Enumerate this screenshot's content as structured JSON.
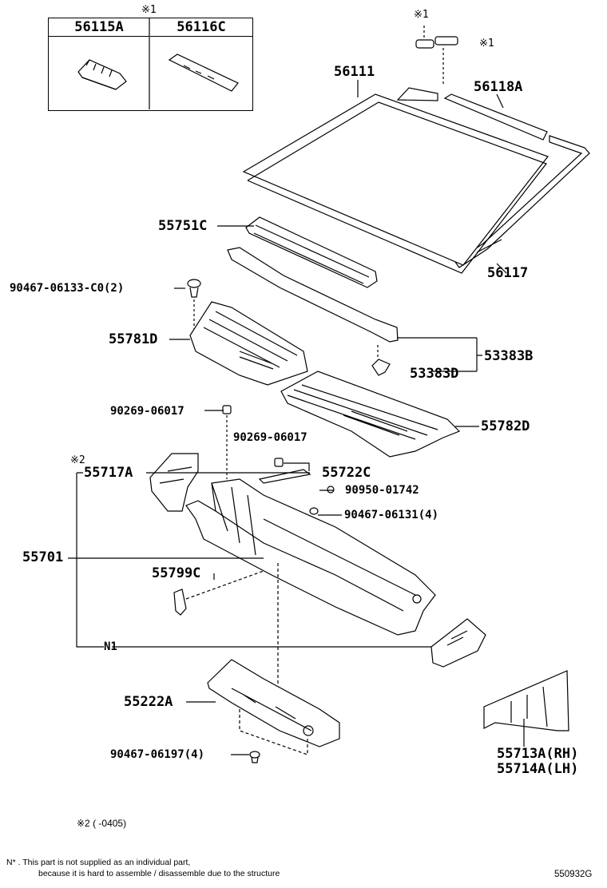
{
  "inset": {
    "note_mark": "※1",
    "col1": "56115A",
    "col2": "56116C"
  },
  "labels": {
    "p56111": "56111",
    "p56118A": "56118A",
    "p56117": "56117",
    "p55751C": "55751C",
    "p90467_06133": "90467-06133-C0(2)",
    "p55781D": "55781D",
    "p53383B": "53383B",
    "p53383D": "53383D",
    "p90269_06017a": "90269-06017",
    "p90269_06017b": "90269-06017",
    "p55782D": "55782D",
    "p55717A": "55717A",
    "p55722C": "55722C",
    "p90950_01742": "90950-01742",
    "p90467_06131": "90467-06131(4)",
    "p55701": "55701",
    "p55799C": "55799C",
    "pN1": "N1",
    "p55222A": "55222A",
    "p90467_06197": "90467-06197(4)",
    "p55713A": "55713A(RH)",
    "p55714A": "55714A(LH)",
    "mark1a": "※1",
    "mark1b": "※1",
    "mark2": "※2"
  },
  "footnote": {
    "range": "※2 (      -0405)",
    "n1_line1": "N* .  This part is not supplied as an individual part,",
    "n1_line2": "because it is hard to assemble / disassemble due to the structure",
    "code": "550932G"
  },
  "colors": {
    "ink": "#000000",
    "background": "#ffffff"
  }
}
